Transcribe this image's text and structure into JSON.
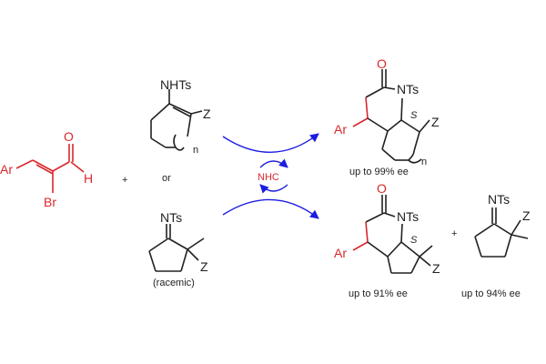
{
  "colors": {
    "highlight": "#d9282c",
    "arrow": "#1c1ce0",
    "bond": "#222222",
    "text": "#222222"
  },
  "reagent_aldehyde": {
    "ar": "Ar",
    "br": "Br",
    "o": "O",
    "h": "H"
  },
  "plus_1": "+",
  "plus_2": "+",
  "enamide": {
    "group": "NHTs",
    "z": "Z",
    "n": "n"
  },
  "or_text": "or",
  "imine": {
    "group": "NTs",
    "z": "Z",
    "note": "(racemic)"
  },
  "catalyst": "NHC",
  "product_1": {
    "o": "O",
    "group": "NTs",
    "ar": "Ar",
    "stereo": "S",
    "z": "Z",
    "n": "n",
    "ee": "up to 99% ee"
  },
  "product_2": {
    "o": "O",
    "group": "NTs",
    "ar": "Ar",
    "stereo": "S",
    "z": "Z",
    "ee": "up to 91% ee"
  },
  "recovered_imine": {
    "group": "NTs",
    "z": "Z",
    "ee": "up to 94% ee"
  }
}
